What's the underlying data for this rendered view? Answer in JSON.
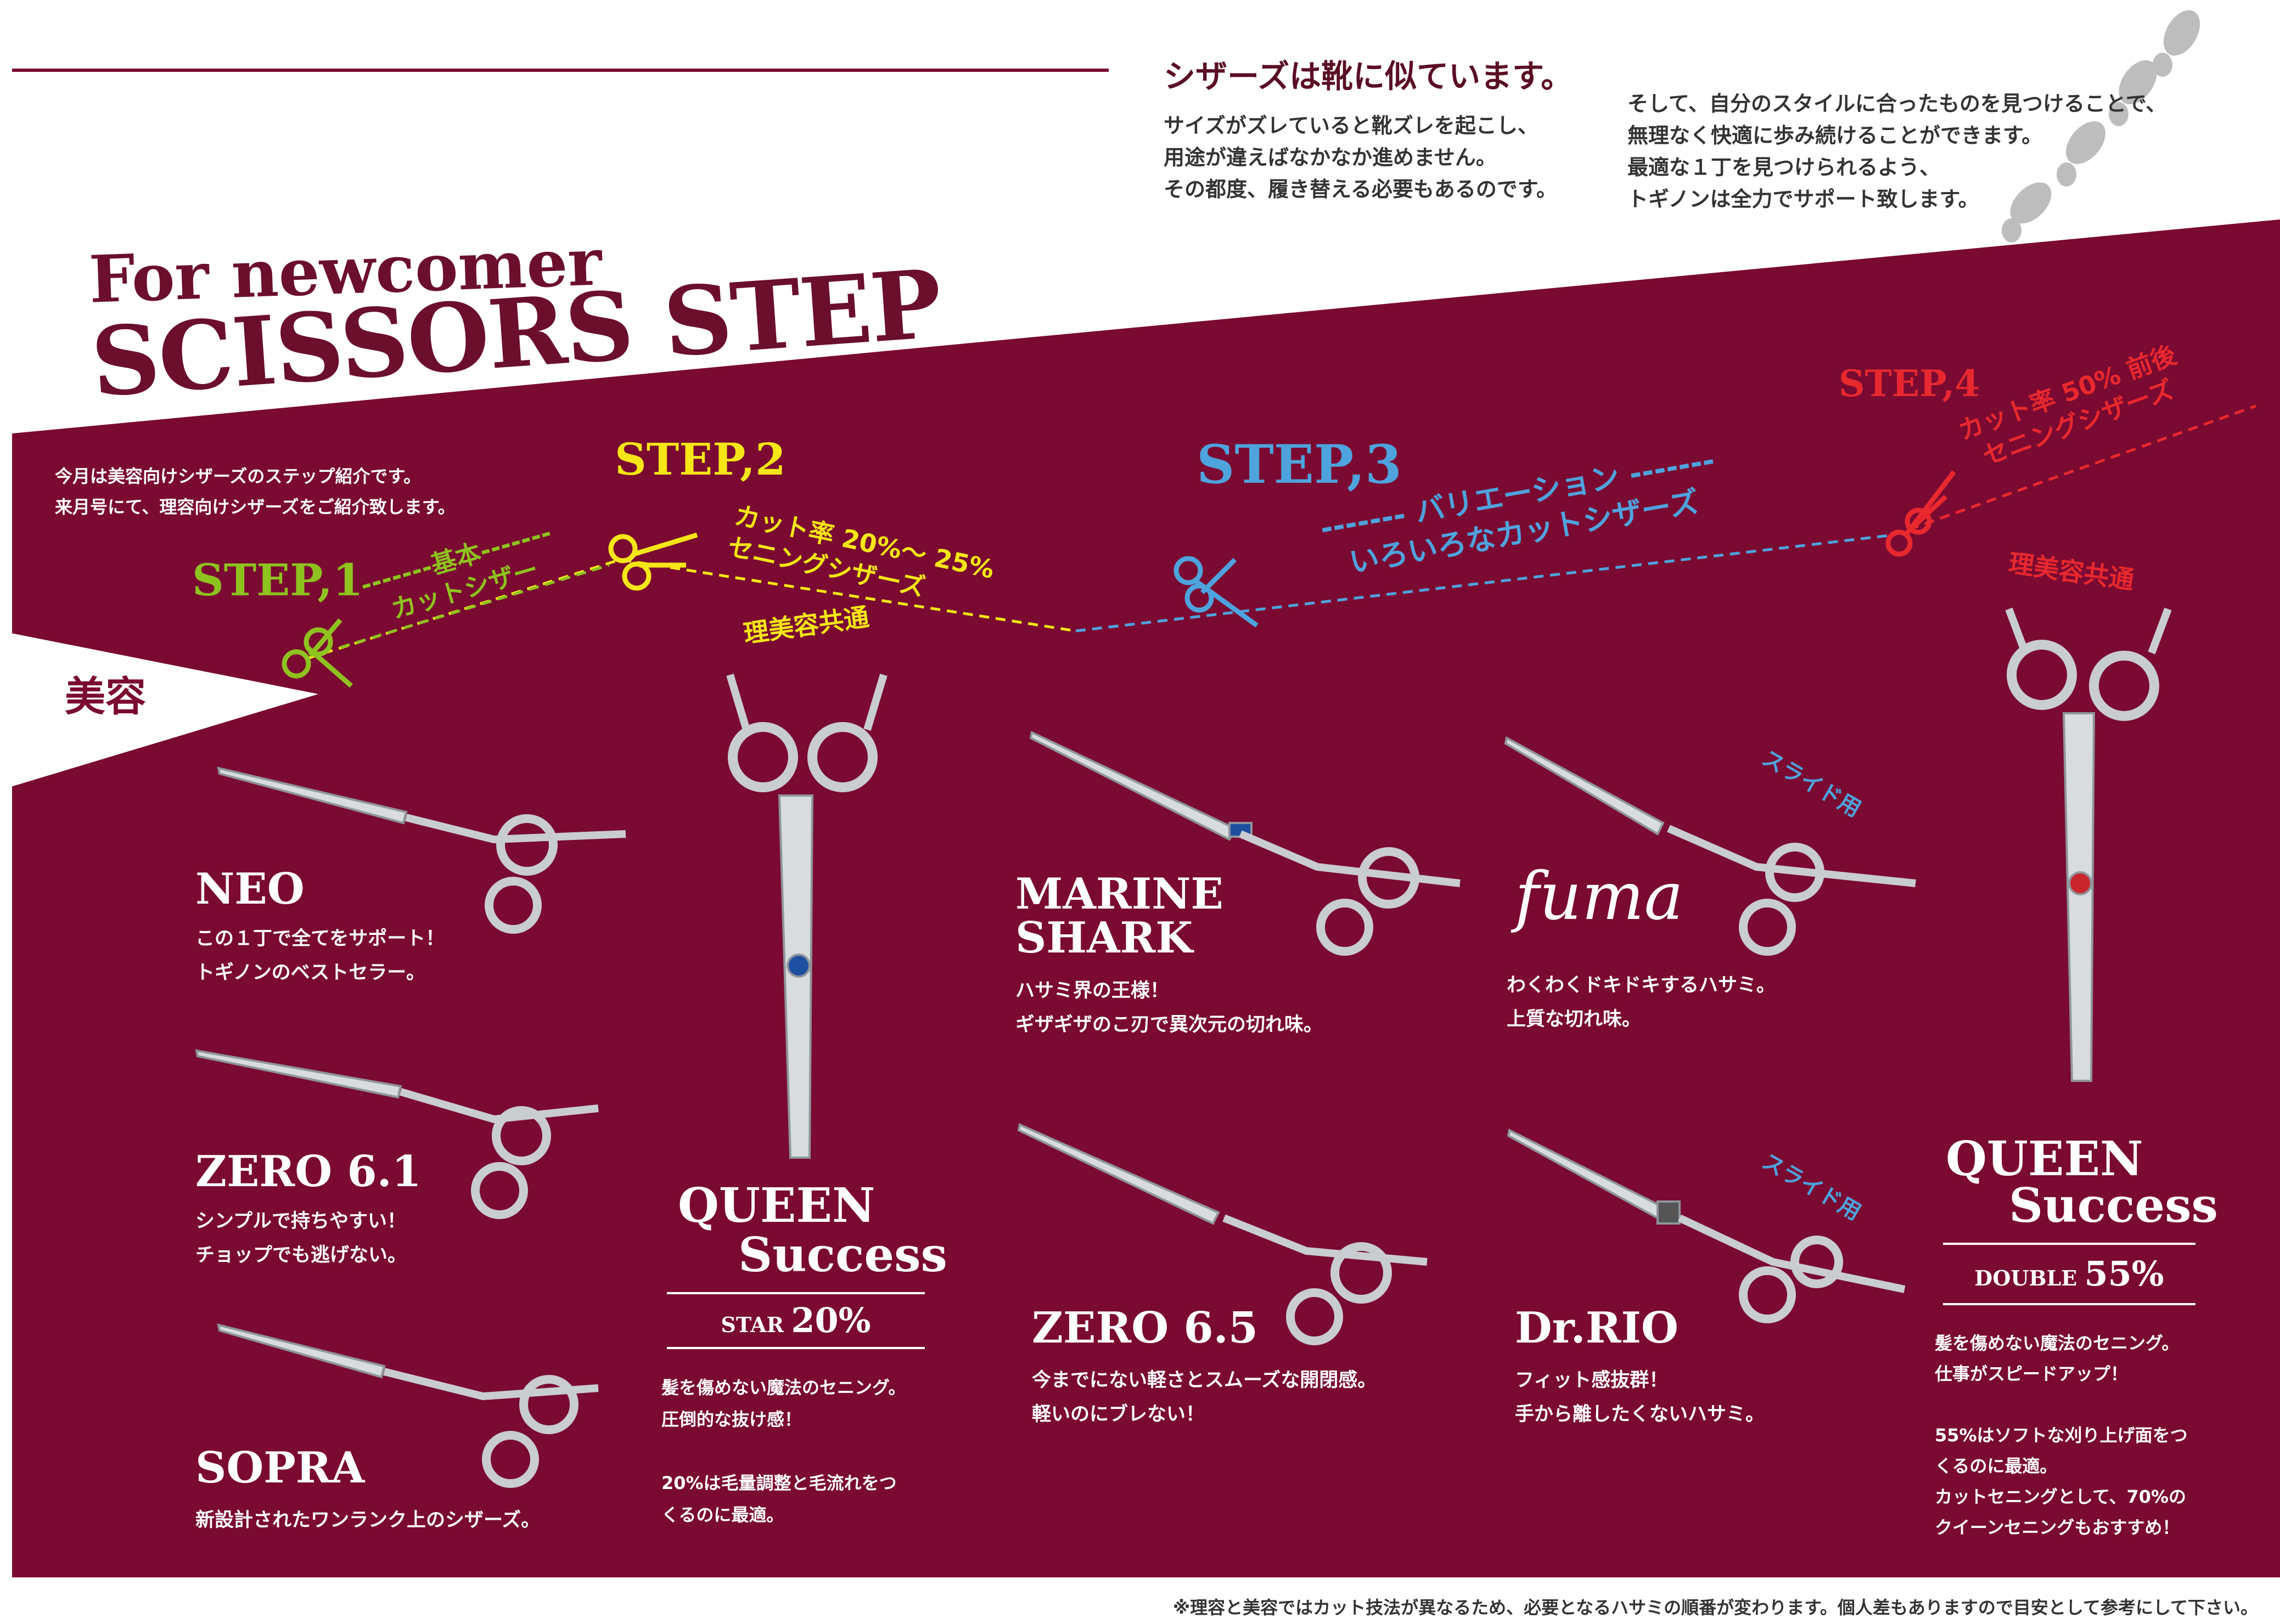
{
  "intro": {
    "title": "シザーズは靴に似ています。",
    "left_lines": [
      "サイズがズレていると靴ズレを起こし、",
      "用途が違えばなかなか進めません。",
      "その都度、履き替える必要もあるのです。"
    ],
    "right_lines": [
      "そして、自分のスタイルに合ったものを見つけることで、",
      "無理なく快適に歩み続けることができます。",
      "最適な１丁を見つけられるよう、",
      "トギノンは全力でサポート致します。"
    ]
  },
  "header": {
    "subtitle": "For newcomer",
    "title": "SCISSORS STEP"
  },
  "lead": [
    "今月は美容向けシザーズのステップ紹介です。",
    "来月号にて、理容向けシザーズをご紹介致します。"
  ],
  "pennant": "美容",
  "steps": [
    {
      "label": "STEP,1",
      "tag": [
        "-------基本-------",
        "カットシザー"
      ],
      "color": "#8ec21f"
    },
    {
      "label": "STEP,2",
      "tag": [
        "カット率 20%～ 25%",
        "セニングシザーズ"
      ],
      "color": "#f6e617"
    },
    {
      "label": "STEP,3",
      "tag": [
        "------- バリエーション -------",
        "いろいろなカットシザーズ"
      ],
      "color": "#4fa3dd"
    },
    {
      "label": "STEP,4",
      "tag": [
        "カット率 50% 前後",
        "セニングシザーズ"
      ],
      "color": "#e8282f"
    }
  ],
  "common_label": "理美容共通",
  "slide_label": "スライド用",
  "products": [
    {
      "name": "NEO",
      "desc": [
        "この１丁で全てをサポート！",
        "トギノンのベストセラー。"
      ]
    },
    {
      "name": "ZERO 6.1",
      "desc": [
        "シンプルで持ちやすい！",
        "チョップでも逃げない。"
      ]
    },
    {
      "name": "SOPRA",
      "desc": [
        "新設計されたワンランク上のシザーズ。"
      ]
    },
    {
      "name_lines": [
        "MARINE",
        "SHARK"
      ],
      "desc": [
        "ハサミ界の王様！",
        "ギザギザのこ刃で異次元の切れ味。"
      ]
    },
    {
      "name": "ZERO 6.5",
      "desc": [
        "今までにない軽さとスムーズな開閉感。",
        "軽いのにブレない！"
      ]
    },
    {
      "name": "fuma",
      "desc": [
        "わくわくドキドキするハサミ。",
        "上質な切れ味。"
      ]
    },
    {
      "name": "Dr.RIO",
      "desc": [
        "フィット感抜群！",
        "手から離したくないハサミ。"
      ]
    }
  ],
  "queen_star": {
    "line1": "QUEEN",
    "line2": "Success",
    "variant": "STAR",
    "rate": "20%",
    "desc": [
      "髪を傷めない魔法のセニング。",
      "圧倒的な抜け感！",
      "",
      "20%は毛量調整と毛流れをつ",
      "くるのに最適。"
    ]
  },
  "queen_double": {
    "line1": "QUEEN",
    "line2": "Success",
    "variant": "DOUBLE",
    "rate": "55%",
    "desc": [
      "髪を傷めない魔法のセニング。",
      "仕事がスピードアップ！",
      "",
      "55%はソフトな刈り上げ面をつ",
      "くるのに最適。",
      "カットセニングとして、70%の",
      "クイーンセニングもおすすめ！"
    ]
  },
  "footnote": "※理容と美容ではカット技法が異なるため、必要となるハサミの順番が変わります。個人差もありますので目安として参考にして下さい。",
  "colors": {
    "burgundy": "#7a0a31",
    "title": "#6b0f2c"
  }
}
